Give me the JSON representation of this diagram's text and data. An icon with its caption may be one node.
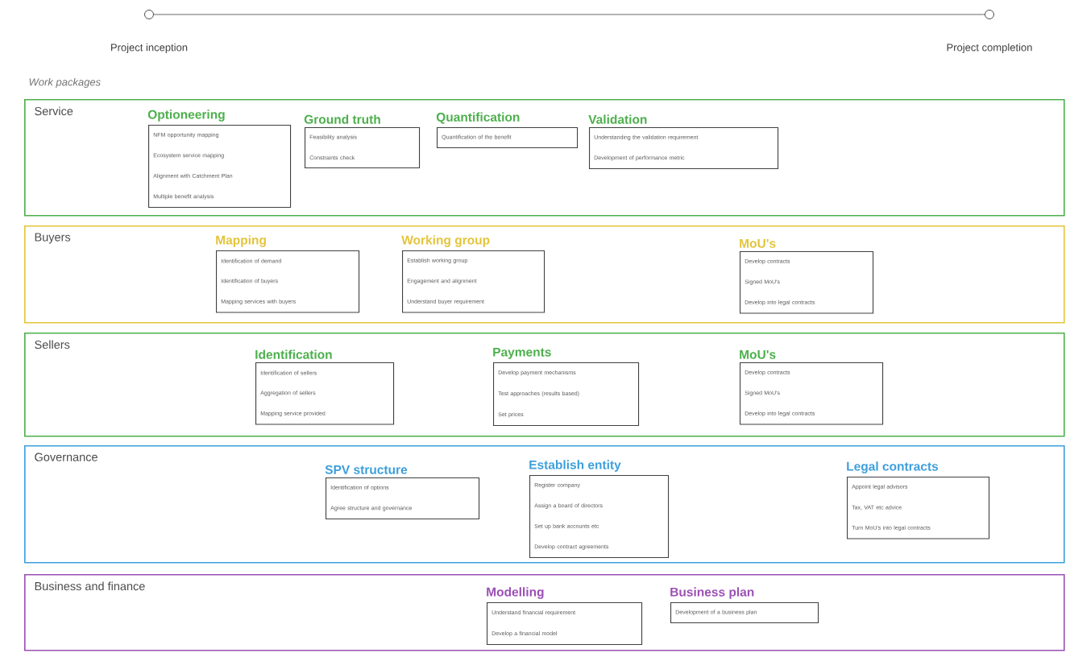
{
  "diagram": {
    "nodes": [
      {
        "text": [],
        "shape": "circle",
        "beside": [
          "Project inception"
        ]
      },
      {
        "text": [],
        "shape": "circle",
        "beside": [
          "Project completion"
        ]
      },
      {
        "text": [
          "Service"
        ]
      },
      {
        "text": [
          "Optioneering"
        ],
        "in": 2
      },
      {
        "text": [
          "NFM opportunity mapping"
        ],
        "in": 3
      },
      {
        "text": [
          "Ecosystem service mapping"
        ],
        "in": 3
      },
      {
        "text": [
          "Alignment with Catchment Plan"
        ],
        "in": 3
      },
      {
        "text": [
          "Multiple benefit analysis"
        ],
        "in": 3
      },
      {
        "text": [
          "Ground truth"
        ],
        "in": 2
      },
      {
        "text": [
          "Feasibility analysis"
        ],
        "in": 8
      },
      {
        "text": [
          "Constraints check"
        ],
        "in": 8
      },
      {
        "text": [
          "Quantification"
        ],
        "in": 2
      },
      {
        "text": [
          "Quantification of the benefit"
        ],
        "in": 11
      },
      {
        "text": [
          "Validation"
        ],
        "in": 2
      },
      {
        "text": [
          "Understanding the validation requirement"
        ],
        "in": 13
      },
      {
        "text": [
          "Development of performance metric"
        ],
        "in": 13
      },
      {
        "text": [
          "Buyers"
        ]
      },
      {
        "text": [
          "Mapping"
        ],
        "in": 16
      },
      {
        "text": [
          "Identification of demand"
        ],
        "in": 17
      },
      {
        "text": [
          "Identification of buyers"
        ],
        "in": 17
      },
      {
        "text": [
          "Mapping services with buyers"
        ],
        "in": 17
      },
      {
        "text": [
          "Working group"
        ],
        "in": 16
      },
      {
        "text": [
          "Establish working group"
        ],
        "in": 21
      },
      {
        "text": [
          "Engagement and alignment"
        ],
        "in": 21
      },
      {
        "text": [
          "Understand buyer requirement"
        ],
        "in": 21
      },
      {
        "text": [
          "MoU's"
        ],
        "in": 16
      },
      {
        "text": [
          "Develop contracts"
        ],
        "in": 25
      },
      {
        "text": [
          "Signed MoU's"
        ],
        "in": 25
      },
      {
        "text": [
          "Develop into legal contracts"
        ],
        "in": 25
      },
      {
        "text": [
          "Sellers"
        ]
      },
      {
        "text": [
          "Identification"
        ],
        "in": 29
      },
      {
        "text": [
          "Identification of sellers"
        ],
        "in": 30
      },
      {
        "text": [
          "Aggregation of sellers"
        ],
        "in": 30
      },
      {
        "text": [
          "Mapping service provided"
        ],
        "in": 30
      },
      {
        "text": [
          "Payments"
        ],
        "in": 29
      },
      {
        "text": [
          "Develop payment mechanisms"
        ],
        "in": 34
      },
      {
        "text": [
          "Test approaches (results based)"
        ],
        "in": 34
      },
      {
        "text": [
          "Set prices"
        ],
        "in": 34
      },
      {
        "text": [
          "MoU's"
        ],
        "in": 29
      },
      {
        "text": [
          "Develop contracts"
        ],
        "in": 38
      },
      {
        "text": [
          "Signed MoU's"
        ],
        "in": 38
      },
      {
        "text": [
          "Develop into legal contracts"
        ],
        "in": 38
      },
      {
        "text": [
          "Governance"
        ]
      },
      {
        "text": [
          "SPV structure"
        ],
        "in": 42
      },
      {
        "text": [
          "Identification of options"
        ],
        "in": 43
      },
      {
        "text": [
          "Agree structure and governance"
        ],
        "in": 43
      },
      {
        "text": [
          "Establish entity"
        ],
        "in": 42
      },
      {
        "text": [
          "Register company"
        ],
        "in": 46
      },
      {
        "text": [
          "Assign a board of directors"
        ],
        "in": 46
      },
      {
        "text": [
          "Set up bank accounts etc"
        ],
        "in": 46
      },
      {
        "text": [
          "Develop contract agreements"
        ],
        "in": 46
      },
      {
        "text": [
          "Legal contracts"
        ],
        "in": 42
      },
      {
        "text": [
          "Appoint legal advisors"
        ],
        "in": 51
      },
      {
        "text": [
          "Tax, VAT etc advice"
        ],
        "in": 51
      },
      {
        "text": [
          "Turn MoU's into legal contracts"
        ],
        "in": 51
      },
      {
        "text": [
          "Business and finance"
        ]
      },
      {
        "text": [
          "Modelling"
        ],
        "in": 55
      },
      {
        "text": [
          "Understand financial requirement"
        ],
        "in": 56
      },
      {
        "text": [
          "Develop a financial model"
        ],
        "in": 56
      },
      {
        "text": [
          "Business plan"
        ],
        "in": 55
      },
      {
        "text": [
          "Development of a business plan"
        ],
        "in": 59
      }
    ],
    "edges": [
      {
        "from": 0,
        "to": 1,
        "arrow": "none"
      }
    ],
    "labels": [
      "Work packages"
    ]
  }
}
